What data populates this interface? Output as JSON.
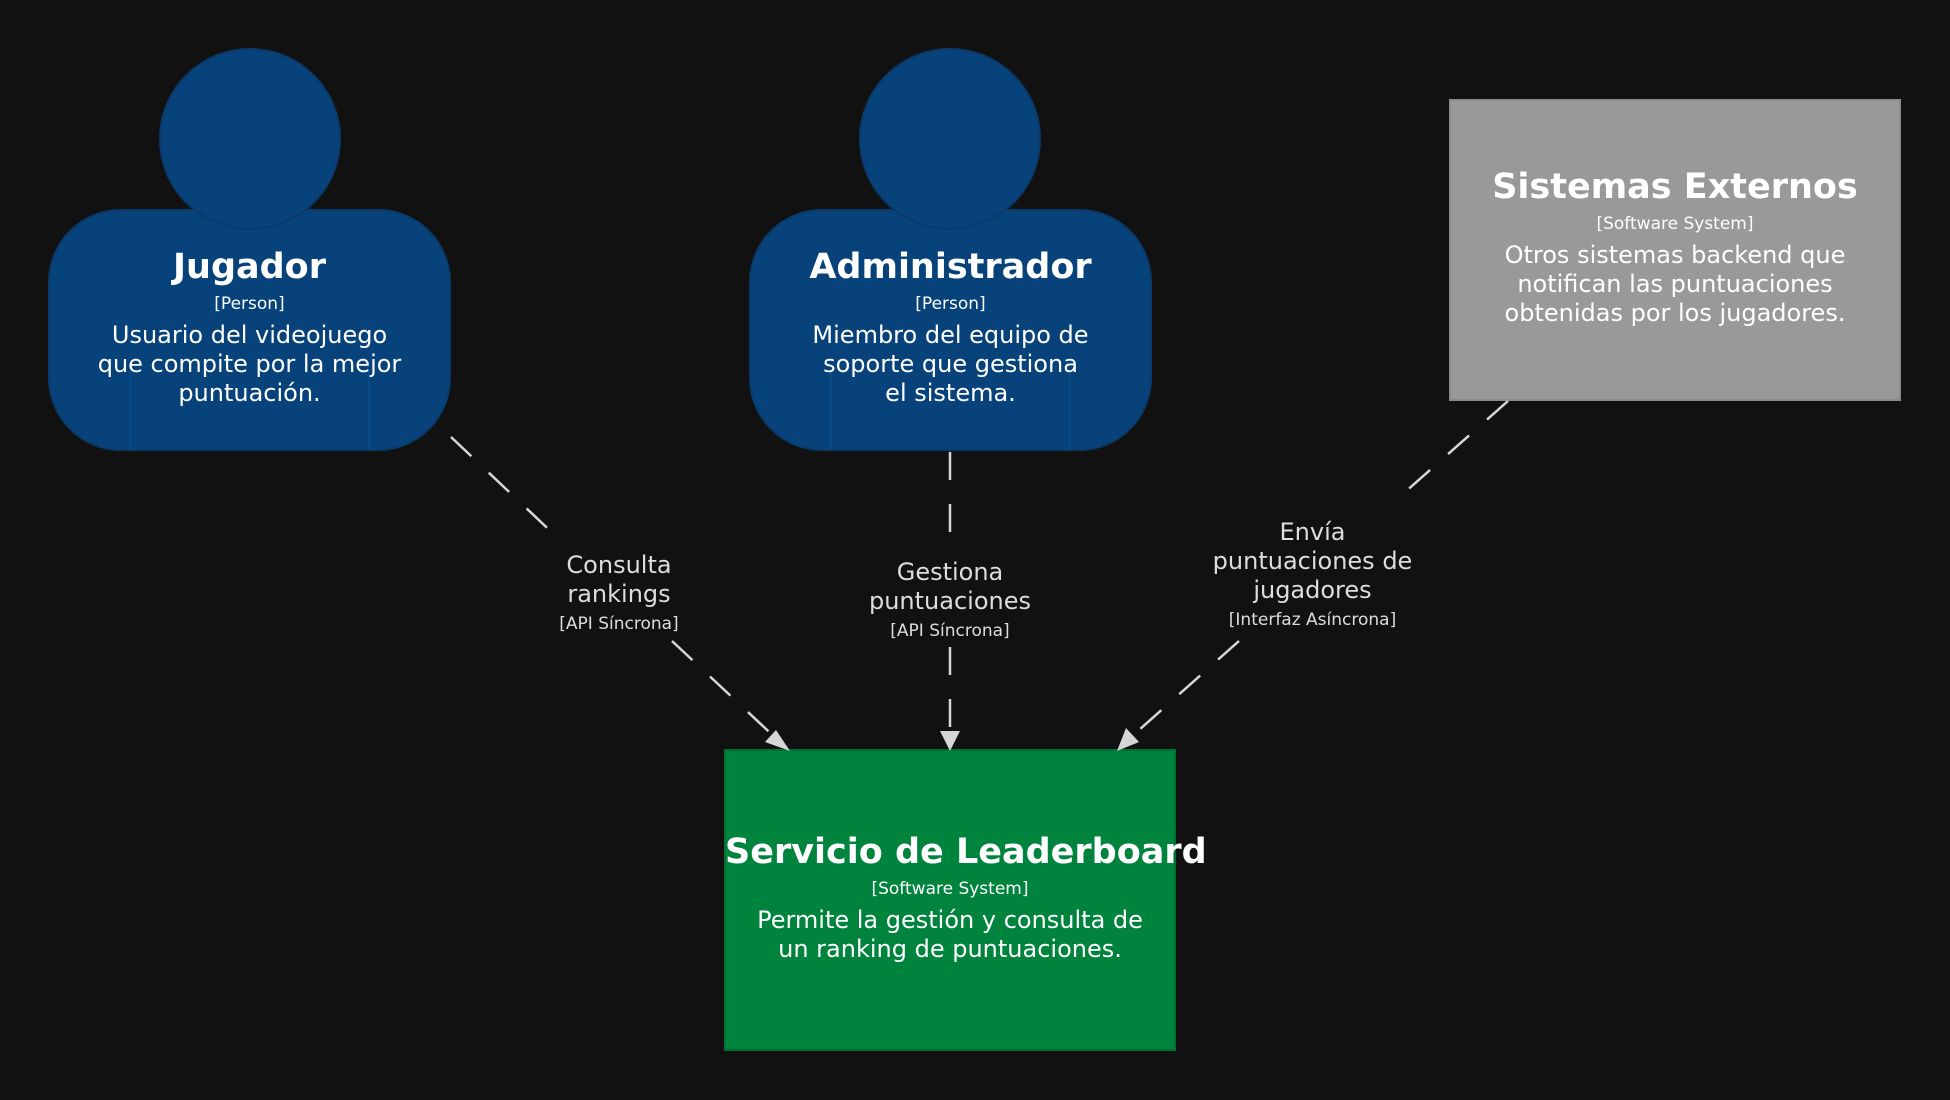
{
  "colors": {
    "background": "#111111",
    "person": "#08427b",
    "external_system": "#999999",
    "main_system": "#00843d",
    "relationship": "#d6d6d6"
  },
  "nodes": {
    "jugador": {
      "name": "Jugador",
      "type": "[Person]",
      "description": "Usuario del videojuego que compite por la mejor puntuación."
    },
    "administrador": {
      "name": "Administrador",
      "type": "[Person]",
      "description": "Miembro del equipo de soporte que gestiona el sistema."
    },
    "sistemas_externos": {
      "name": "Sistemas Externos",
      "type": "[Software System]",
      "description": "Otros sistemas backend que notifican las puntuaciones obtenidas por los jugadores."
    },
    "leaderboard": {
      "name": "Servicio de Leaderboard",
      "type": "[Software System]",
      "description": "Permite la gestión y consulta de un ranking de puntuaciones."
    }
  },
  "relationships": [
    {
      "label": "Consulta rankings",
      "technology": "[API Síncrona]"
    },
    {
      "label": "Gestiona puntuaciones",
      "technology": "[API Síncrona]"
    },
    {
      "label": "Envía puntuaciones de jugadores",
      "technology": "[Interfaz Asíncrona]"
    }
  ]
}
